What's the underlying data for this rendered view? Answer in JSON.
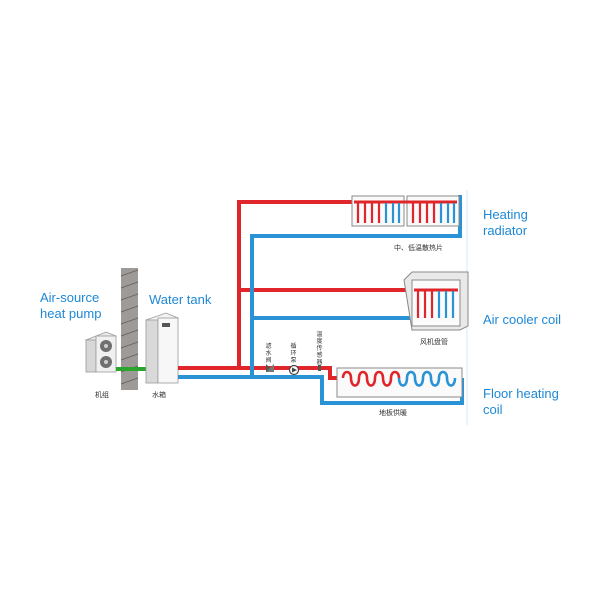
{
  "labels": {
    "heat_pump": "Air-source heat pump",
    "water_tank": "Water tank",
    "heating_radiator": "Heating radiator",
    "air_cooler_coil": "Air cooler coil",
    "floor_heating_coil": "Floor heating coil"
  },
  "cn_labels": {
    "unit": "机组",
    "tank": "水箱",
    "radiator": "中、低温散热片",
    "fan_coil": "风机盘管",
    "floor": "地板供暖",
    "filter": "滤水阀",
    "pump": "循环泵",
    "sensor": "温度传感器"
  },
  "colors": {
    "supply": "#e0262b",
    "return": "#2a93d5",
    "label": "#1e88d6",
    "link": "#2aa52e"
  }
}
